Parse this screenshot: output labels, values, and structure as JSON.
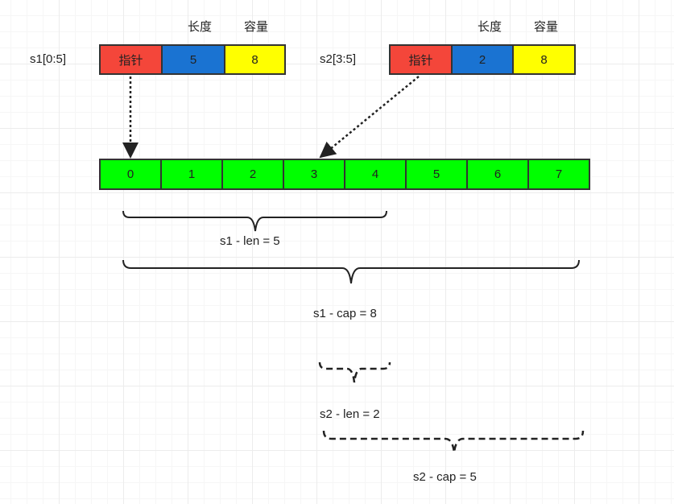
{
  "s1": {
    "label": "s1[0:5]",
    "header_len": "长度",
    "header_cap": "容量",
    "pointer": "指针",
    "len": "5",
    "cap": "8"
  },
  "s2": {
    "label": "s2[3:5]",
    "header_len": "长度",
    "header_cap": "容量",
    "pointer": "指针",
    "len": "2",
    "cap": "8"
  },
  "array": [
    "0",
    "1",
    "2",
    "3",
    "4",
    "5",
    "6",
    "7"
  ],
  "braces": {
    "s1_len": "s1 - len = 5",
    "s1_cap": "s1 - cap = 8",
    "s2_len": "s2 - len = 2",
    "s2_cap": "s2 - cap = 5"
  },
  "colors": {
    "pointer": "#f4463a",
    "len": "#1a73d2",
    "cap": "#ffff00",
    "array": "#00ff00"
  }
}
